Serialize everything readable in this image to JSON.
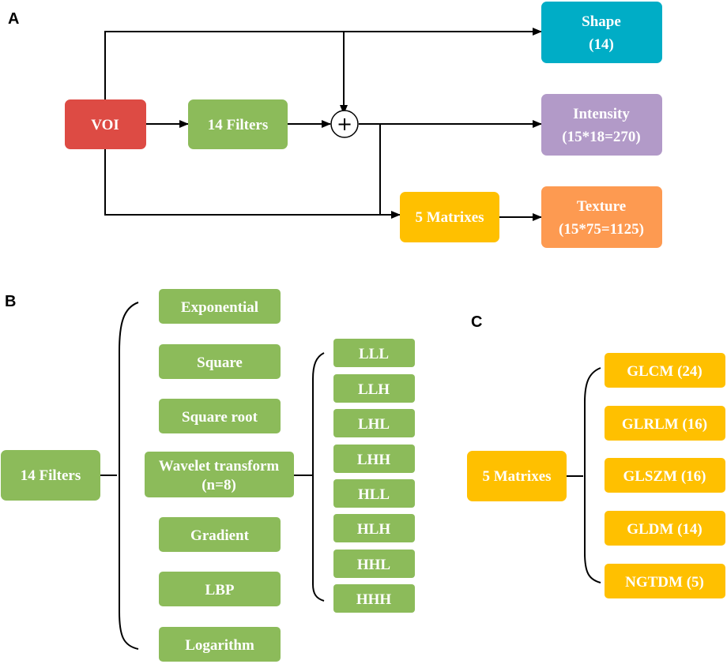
{
  "panels": {
    "a": "A",
    "b": "B",
    "c": "C"
  },
  "colors": {
    "voi": "#dd4b44",
    "filters": "#8cbb5a",
    "shape": "#00adc6",
    "intensity": "#b29ac8",
    "texture": "#fd9a51",
    "matrixes": "#ffc000"
  },
  "panel_a": {
    "voi": "VOI",
    "filters": "14 Filters",
    "sum_symbol": "+",
    "shape": [
      "Shape",
      "(14)"
    ],
    "intensity": [
      "Intensity",
      "(15*18=270)"
    ],
    "matrixes": "5 Matrixes",
    "texture": [
      "Texture",
      "(15*75=1125)"
    ]
  },
  "panel_b": {
    "root": "14 Filters",
    "filters": [
      [
        "Exponential"
      ],
      [
        "Square"
      ],
      [
        "Square root"
      ],
      [
        "Wavelet transform",
        "(n=8)"
      ],
      [
        "Gradient"
      ],
      [
        "LBP"
      ],
      [
        "Logarithm"
      ]
    ],
    "wavelets": [
      "LLL",
      "LLH",
      "LHL",
      "LHH",
      "HLL",
      "HLH",
      "HHL",
      "HHH"
    ]
  },
  "panel_c": {
    "root": "5 Matrixes",
    "matrices": [
      "GLCM (24)",
      "GLRLM (16)",
      "GLSZM (16)",
      "GLDM (14)",
      "NGTDM (5)"
    ]
  }
}
